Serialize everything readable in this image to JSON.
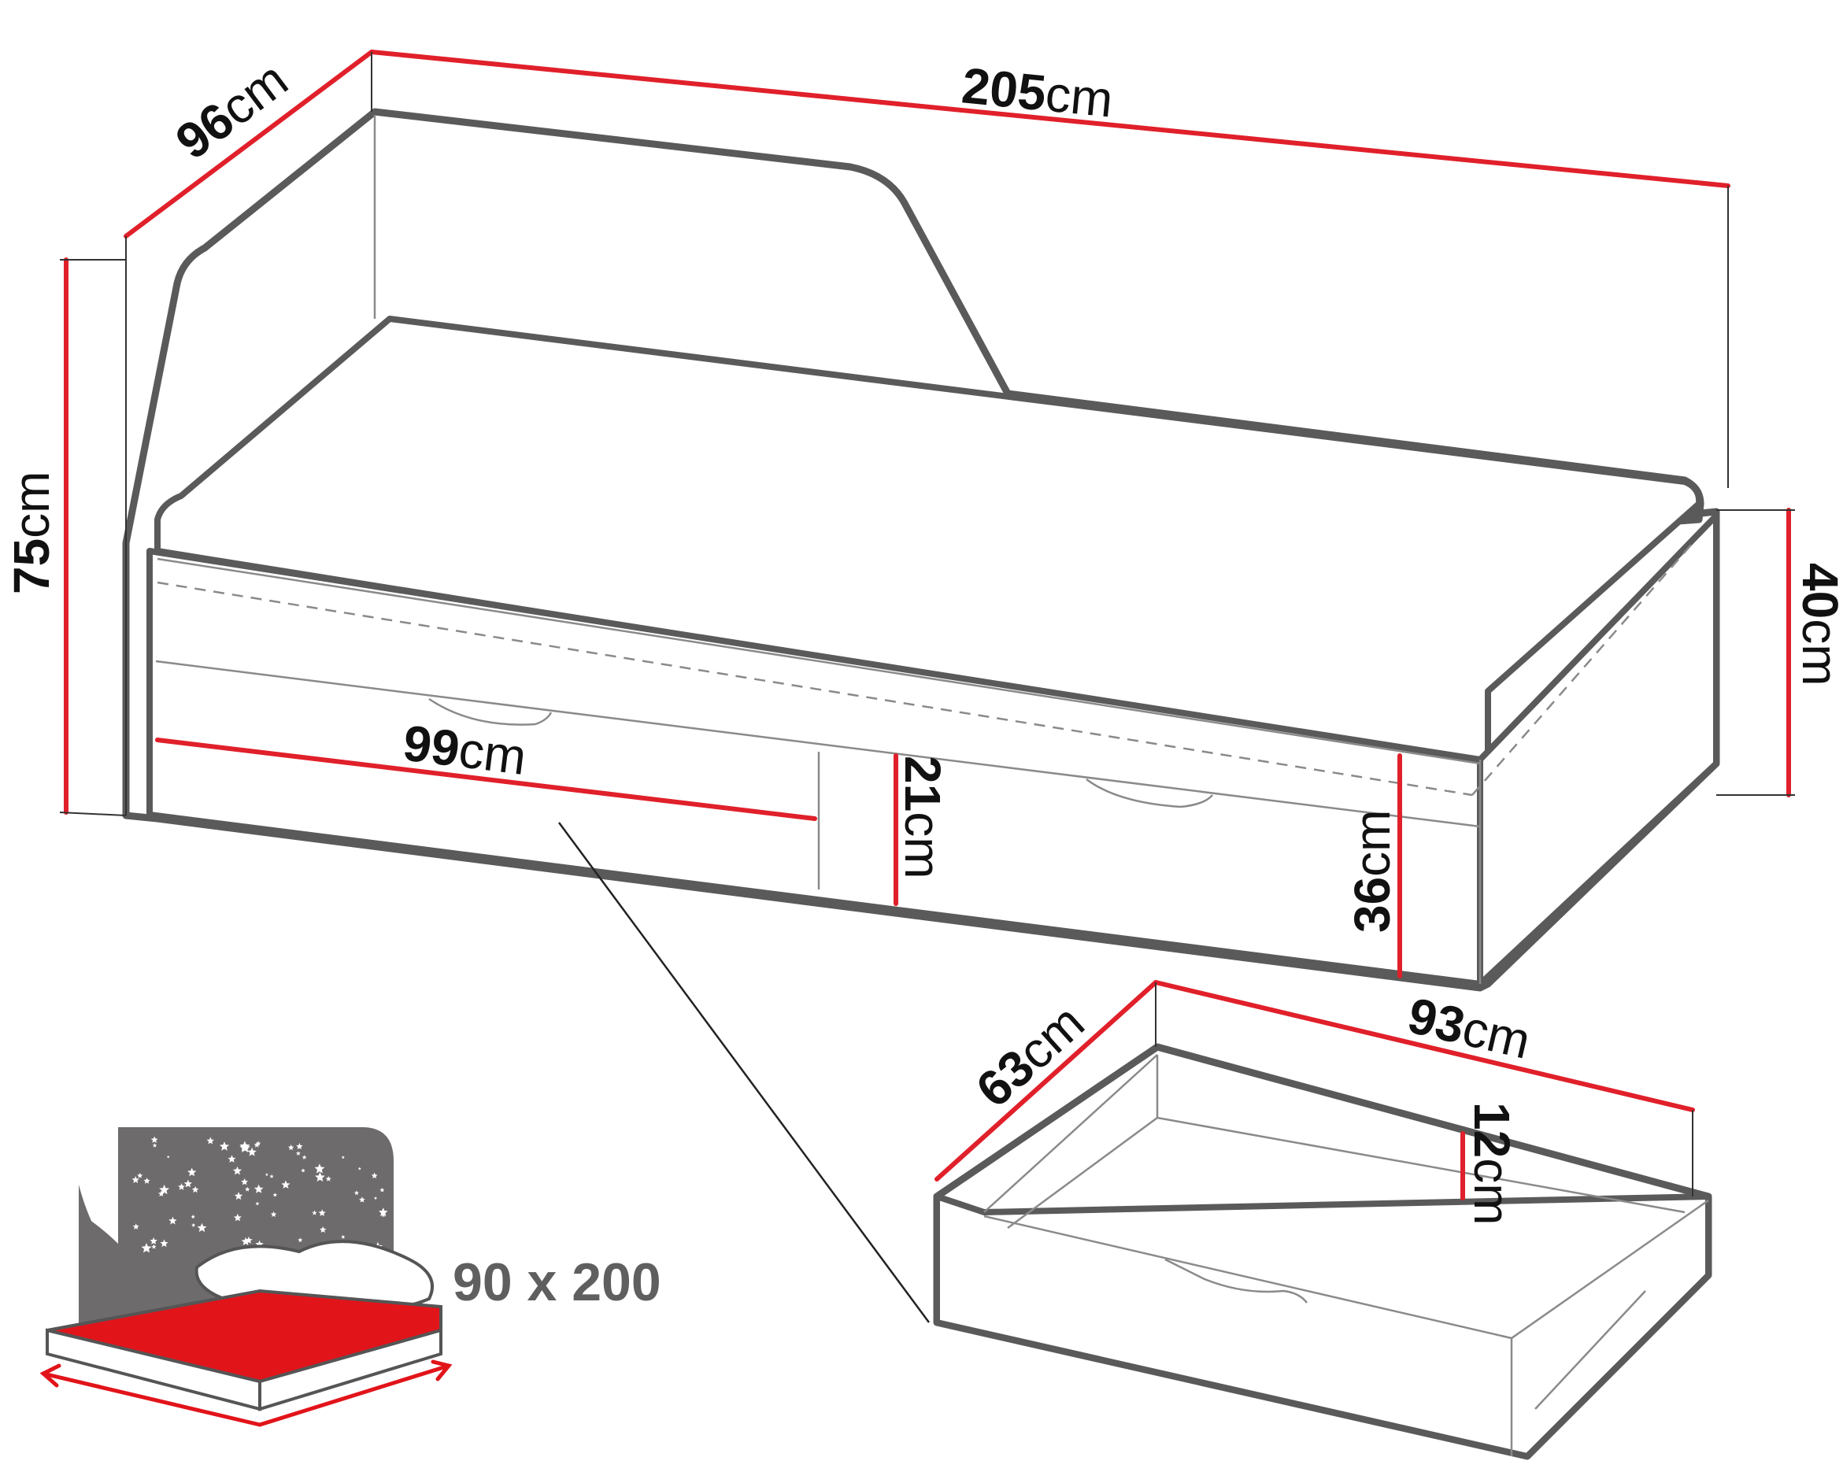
{
  "colors": {
    "dimension_line": "#e0202a",
    "outline": "#5a5a5a",
    "panel_fill": "#ffffff",
    "thin_line": "#8a8a8a",
    "mattress_red": "#e1141a",
    "headboard_gray": "#6e6b6c",
    "star": "#ffffff",
    "label_text": "#111111",
    "mattress_size_text": "#5f5f5f"
  },
  "unit": "cm",
  "bed": {
    "length": {
      "value": "205",
      "unit": "cm"
    },
    "depth": {
      "value": "96",
      "unit": "cm"
    },
    "height": {
      "value": "75",
      "unit": "cm"
    },
    "side_height": {
      "value": "40",
      "unit": "cm"
    },
    "drawer_front_width": {
      "value": "99",
      "unit": "cm"
    },
    "base_height": {
      "value": "21",
      "unit": "cm"
    },
    "front_height": {
      "value": "36",
      "unit": "cm"
    }
  },
  "drawer": {
    "depth": {
      "value": "63",
      "unit": "cm"
    },
    "width": {
      "value": "93",
      "unit": "cm"
    },
    "height": {
      "value": "12",
      "unit": "cm"
    }
  },
  "mattress_size": "90 x 200",
  "icons": {
    "bed": "daybed-outline-icon",
    "drawer": "drawer-outline-icon",
    "mattress": "mattress-headboard-stars-icon"
  }
}
